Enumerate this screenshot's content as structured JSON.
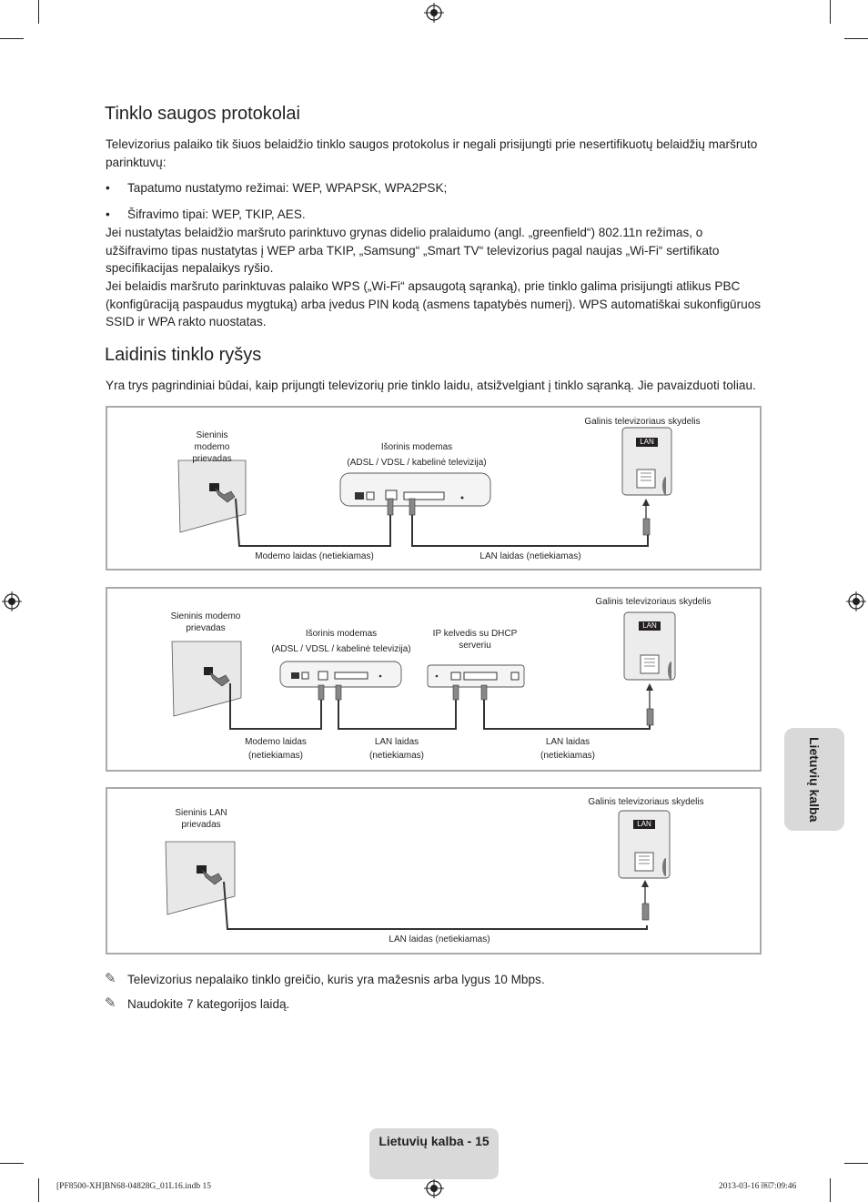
{
  "section1": {
    "title": "Tinklo saugos protokolai",
    "intro": "Televizorius palaiko tik šiuos belaidžio tinklo saugos protokolus ir negali prisijungti prie nesertifikuotų belaidžių maršruto parinktuvų:",
    "bullets": [
      "Tapatumo nustatymo režimai: WEP, WPAPSK, WPA2PSK;",
      "Šifravimo tipai: WEP, TKIP, AES."
    ],
    "para1": "Jei nustatytas belaidžio maršruto parinktuvo grynas didelio pralaidumo (angl. „greenfield“) 802.11n režimas, o užšifravimo tipas nustatytas į WEP arba TKIP, „Samsung“ „Smart TV“ televizorius pagal naujas „Wi-Fi“ sertifikato specifikacijas nepalaikys ryšio.",
    "para2": "Jei belaidis maršruto parinktuvas palaiko WPS („Wi-Fi“ apsaugotą sąranką), prie tinklo galima prisijungti atlikus PBC (konfigūraciją paspaudus mygtuką) arba įvedus PIN kodą (asmens tapatybės numerį). WPS automatiškai sukonfigūruos SSID ir WPA rakto nuostatas."
  },
  "section2": {
    "title": "Laidinis tinklo ryšys",
    "intro": "Yra trys pagrindiniai būdai, kaip prijungti televizorių prie tinklo laidu, atsižvelgiant į tinklo sąranką. Jie pavaizduoti toliau."
  },
  "diagram1": {
    "wall_port": "Sieninis modemo prievadas",
    "modem": "Išorinis modemas",
    "modem_sub": "(ADSL / VDSL / kabelinė televizija)",
    "tv_panel": "Galinis televizoriaus skydelis",
    "lan_badge": "LAN",
    "modem_cable": "Modemo laidas (netiekiamas)",
    "lan_cable": "LAN laidas (netiekiamas)"
  },
  "diagram2": {
    "wall_port": "Sieninis modemo prievadas",
    "modem": "Išorinis modemas",
    "modem_sub": "(ADSL / VDSL / kabelinė televizija)",
    "router": "IP kelvedis su DHCP serveriu",
    "tv_panel": "Galinis televizoriaus skydelis",
    "lan_badge": "LAN",
    "modem_cable_1": "Modemo laidas",
    "modem_cable_2": "(netiekiamas)",
    "lan_cable_a1": "LAN laidas",
    "lan_cable_a2": "(netiekiamas)",
    "lan_cable_b1": "LAN laidas",
    "lan_cable_b2": "(netiekiamas)"
  },
  "diagram3": {
    "wall_port": "Sieninis LAN prievadas",
    "tv_panel": "Galinis televizoriaus skydelis",
    "lan_badge": "LAN",
    "lan_cable": "LAN laidas (netiekiamas)"
  },
  "notes": [
    "Televizorius nepalaiko tinklo greičio, kuris yra mažesnis arba lygus 10 Mbps.",
    "Naudokite 7 kategorijos laidą."
  ],
  "side_tab": "Lietuvių kalba",
  "footer": "Lietuvių kalba - 15",
  "print_left": "[PF8500-XH]BN68-04828G_01L16.indb   15",
  "print_right": "2013-03-16   ￼7:09:46",
  "icons": [
    "registration-mark-icon",
    "pencil-note-icon",
    "rj45-port-icon"
  ]
}
